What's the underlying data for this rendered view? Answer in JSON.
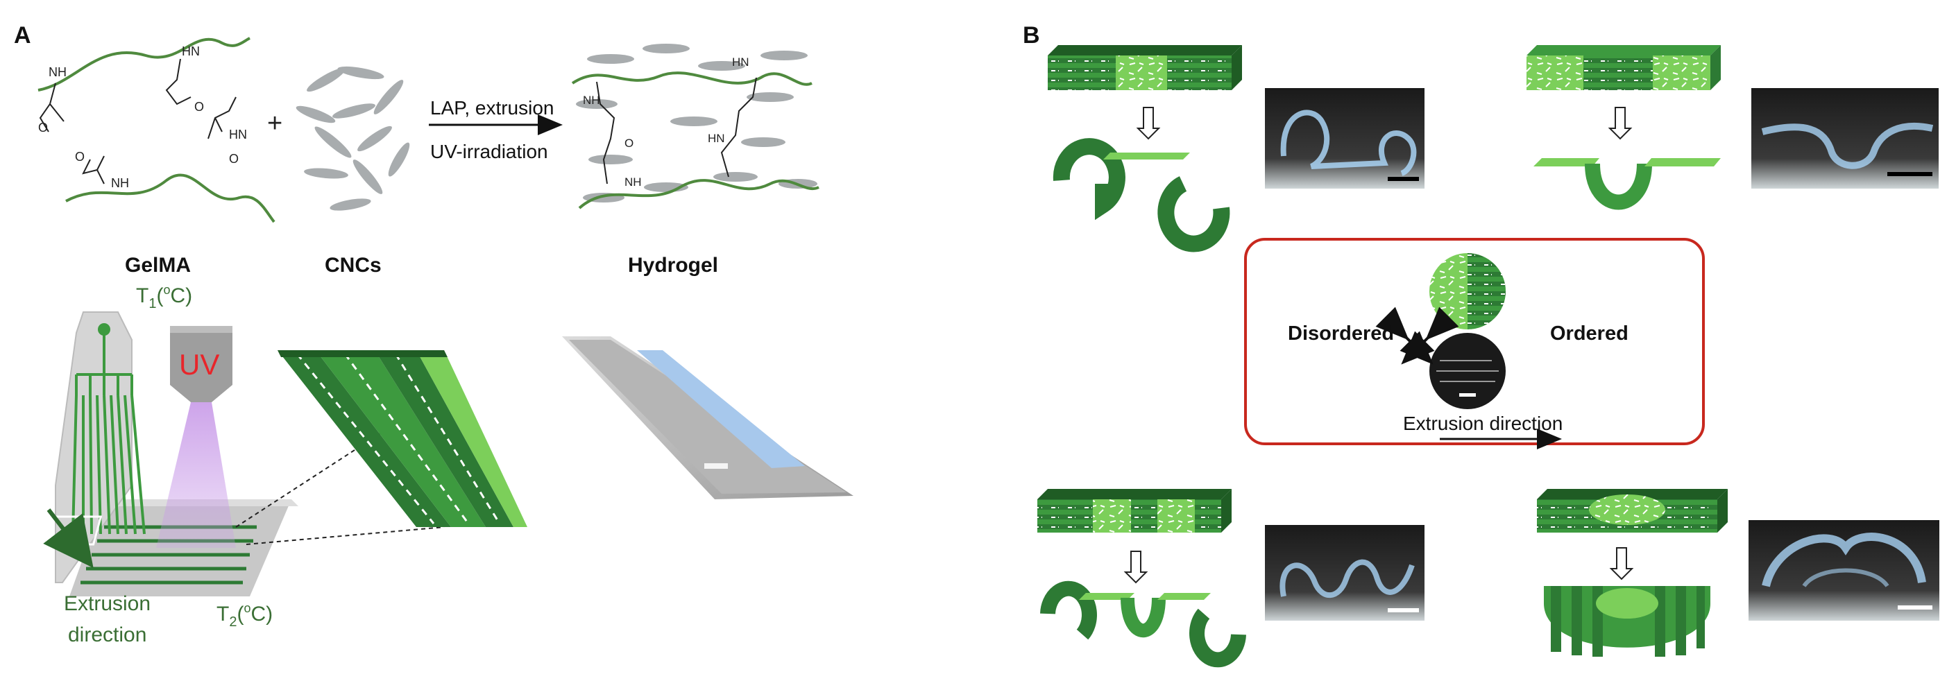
{
  "panel_a": {
    "letter": "A",
    "plus_sign": "+",
    "reaction_conditions_line1": "LAP, extrusion",
    "reaction_conditions_line2": "UV-irradiation",
    "label_gelma": "GelMA",
    "label_cncs": "CNCs",
    "label_hydrogel": "Hydrogel",
    "chem_nh": "NH",
    "chem_hn": "HN",
    "chem_o": "O",
    "t1_base": "T",
    "t1_sub": "1",
    "t1_paren_open": "(",
    "t1_deg": "o",
    "t1_unit": "C)",
    "t2_base": "T",
    "t2_sub": "2",
    "t2_paren_open": "(",
    "t2_deg": "o",
    "t2_unit": "C)",
    "uv_label": "UV",
    "extrusion_line1": "Extrusion",
    "extrusion_line2": "direction"
  },
  "panel_b": {
    "letter": "B",
    "disordered_label": "Disordered",
    "ordered_label": "Ordered",
    "extrusion_direction_label": "Extrusion direction"
  },
  "colors": {
    "dark_green": "#2d7a34",
    "mid_green": "#3d9a3f",
    "light_green": "#7ccf5a",
    "gelma_line": "#4f8a3e",
    "cnc_gray": "#a8acae",
    "uv_red": "#e8252a",
    "uv_purple": "#b07ad6",
    "red_box": "#c8281e",
    "text_green": "#3a6e34",
    "photo_blue": "#8fb8d8"
  }
}
